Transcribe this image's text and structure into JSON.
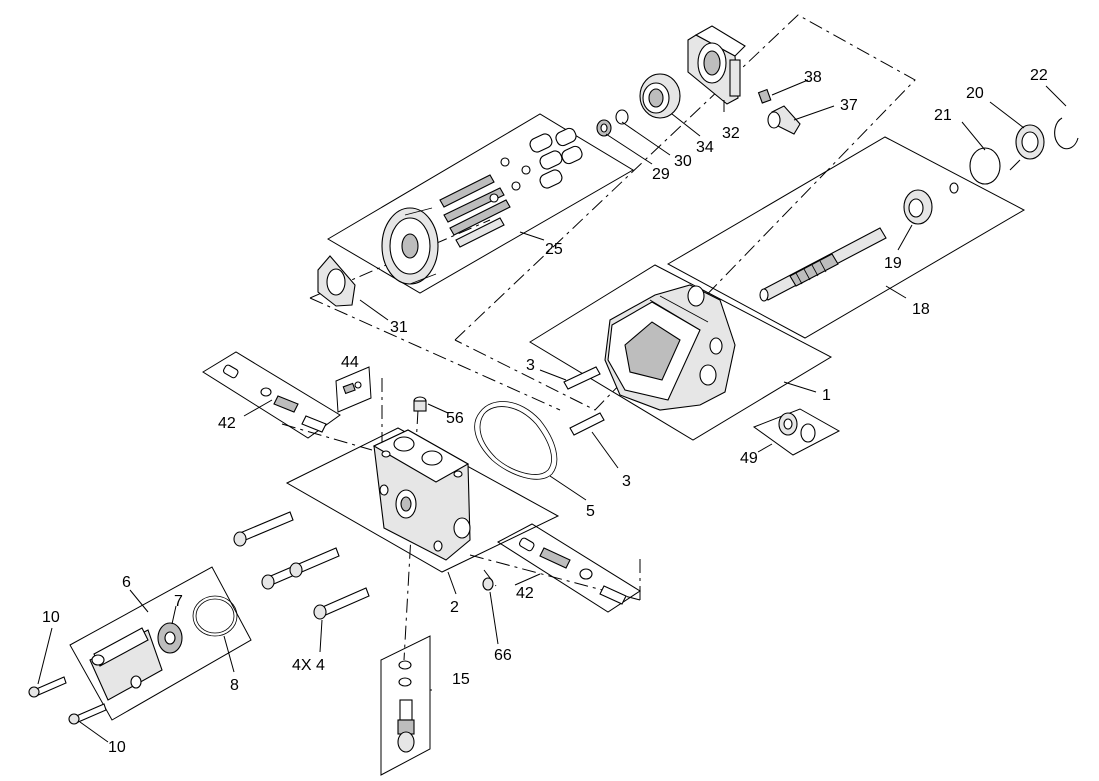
{
  "callouts": {
    "c1": "1",
    "c2": "2",
    "c3a": "3",
    "c3b": "3",
    "c4x4": "4X 4",
    "c5": "5",
    "c6": "6",
    "c7": "7",
    "c8": "8",
    "c10a": "10",
    "c10b": "10",
    "c15": "15",
    "c18": "18",
    "c19": "19",
    "c20": "20",
    "c21": "21",
    "c22": "22",
    "c25": "25",
    "c29": "29",
    "c30": "30",
    "c31": "31",
    "c32": "32",
    "c34": "34",
    "c37": "37",
    "c38": "38",
    "c42a": "42",
    "c42b": "42",
    "c44": "44",
    "c49": "49",
    "c56": "56",
    "c66": "66"
  }
}
